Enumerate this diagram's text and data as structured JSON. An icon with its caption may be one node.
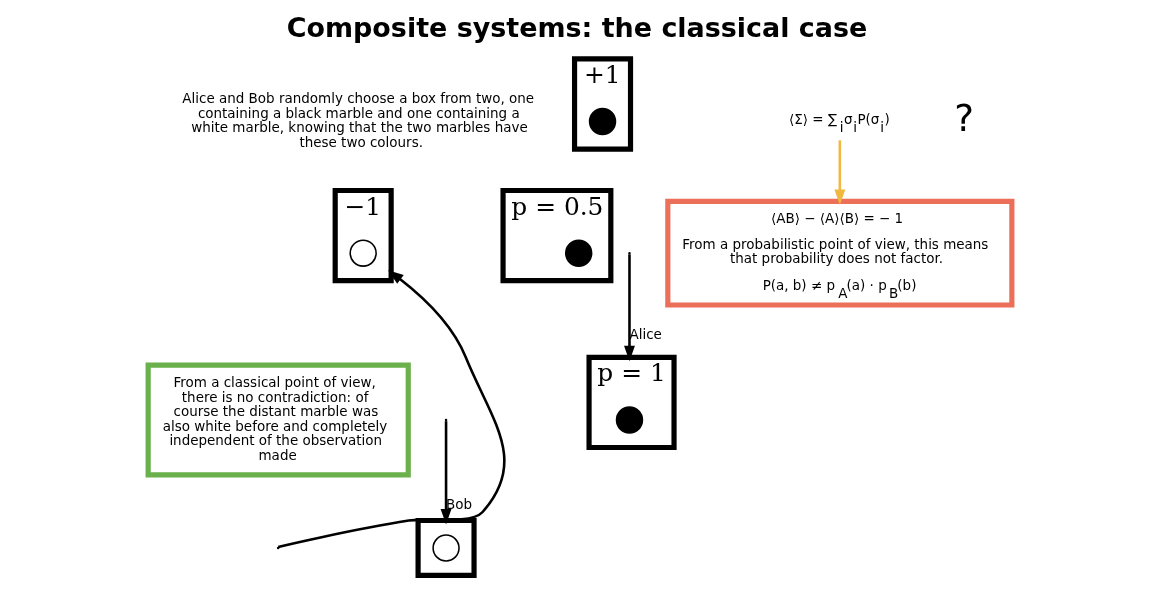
{
  "diagram": {
    "title": "Composite systems: the classical case",
    "nodes": [
      {
        "text": [],
        "shape": "box",
        "beside": [
          "−1"
        ]
      },
      {
        "text": [],
        "shape": "circle",
        "in": 0
      },
      {
        "text": [],
        "shape": "box",
        "beside": [
          "+1"
        ]
      },
      {
        "text": [],
        "shape": "circle",
        "in": 2
      },
      {
        "text": [],
        "shape": "box"
      },
      {
        "text": [],
        "shape": "circle",
        "in": 4
      },
      {
        "text": [
          "From a classical point of view, there is no contradiction: of course the distant marble was also white before and completely independent of the observation made"
        ]
      },
      {
        "text": [],
        "shape": "box",
        "beside": [
          "p = 1"
        ]
      },
      {
        "text": [],
        "shape": "circle",
        "in": 7
      },
      {
        "text": [],
        "shape": "box",
        "beside": [
          "p = 0.5"
        ]
      },
      {
        "text": [],
        "shape": "circle",
        "in": 9
      },
      {
        "text": [
          "⟨Σ⟩ = ∑$_{i}$σ$_{i}$P(σ$_{i}$)"
        ]
      },
      {
        "text": [
          "⟨AB⟩ − ⟨A⟩⟨B⟩ = − 1",
          "From a probabilistic point of view, this means that probability does not factor.",
          "P(a, b) ≠ p$_{A}$(a) · p$_{B}$(b)"
        ]
      }
    ],
    "edges": [
      {
        "from": null,
        "to": 4,
        "arrow": "to",
        "label": "Bob"
      },
      {
        "from": null,
        "to": 7,
        "arrow": "to",
        "label": "Alice"
      },
      {
        "from": null,
        "to": 0,
        "arrow": "to"
      },
      {
        "from": 11,
        "to": 12,
        "arrow": "to",
        "color": "#f0b840"
      }
    ],
    "labels": [
      "Alice and Bob randomly choose a box from two, one containing a black marble and one containing a white marble, knowing that the two marbles have these two colours.",
      "?"
    ]
  }
}
